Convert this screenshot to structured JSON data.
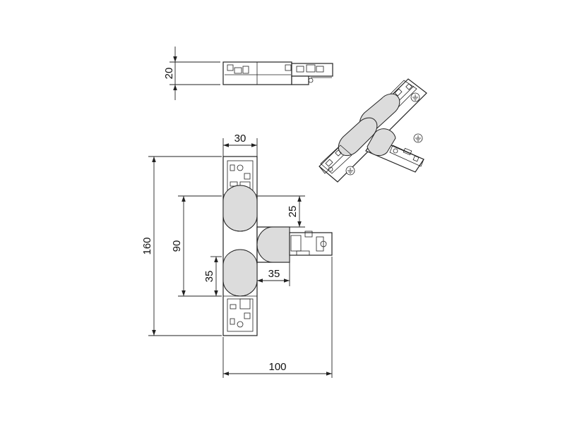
{
  "dimensions": {
    "height_side": "20",
    "width_top": "30",
    "total_height": "160",
    "branch_span": "90",
    "branch_offset_top": "25",
    "branch_lower": "35",
    "branch_length": "35",
    "total_width": "100"
  },
  "symbols": {
    "ground_symbol": "earth-ground-icon"
  }
}
